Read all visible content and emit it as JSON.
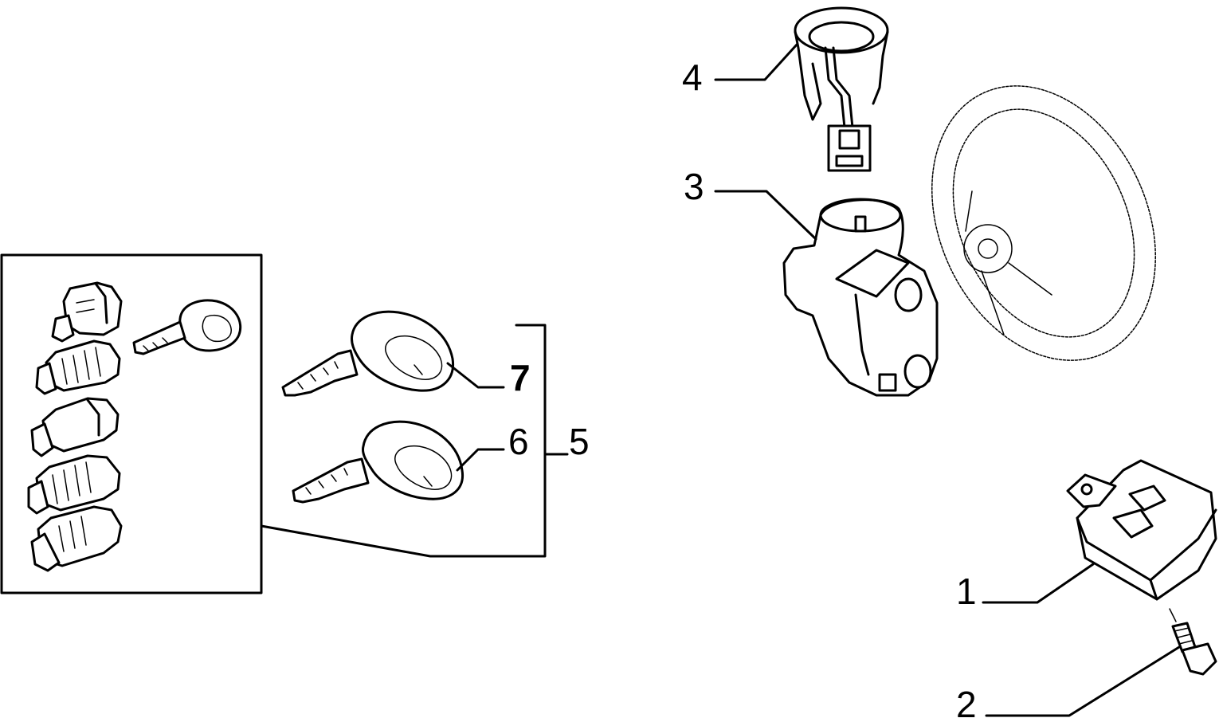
{
  "diagram": {
    "labels": [
      {
        "id": "label-1",
        "text": "1"
      },
      {
        "id": "label-2",
        "text": "2"
      },
      {
        "id": "label-3",
        "text": "3"
      },
      {
        "id": "label-4",
        "text": "4"
      },
      {
        "id": "label-5",
        "text": "5"
      },
      {
        "id": "label-6",
        "text": "6"
      },
      {
        "id": "label-7",
        "text": "7"
      }
    ]
  }
}
